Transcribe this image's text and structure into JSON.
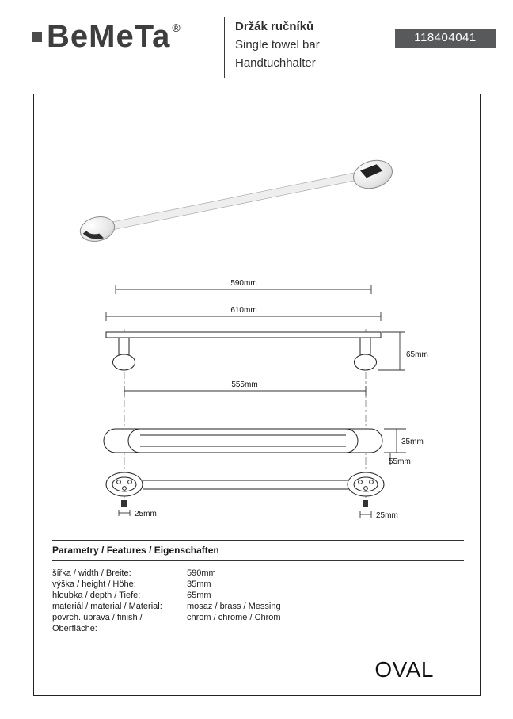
{
  "header": {
    "logo_text": "BeMeTa",
    "registered_mark": "®",
    "product_names": {
      "cs": "Držák ručníků",
      "en": "Single towel bar",
      "de": "Handtuchhalter"
    },
    "product_code": "118404041"
  },
  "drawing": {
    "dim_bar_width": "590mm",
    "dim_total_width": "610mm",
    "dim_height": "65mm",
    "dim_mount_spacing": "555mm",
    "dim_bar_height": "35mm",
    "dim_mount_height": "55mm",
    "dim_mount_left": "25mm",
    "dim_mount_right": "25mm"
  },
  "parameters": {
    "title": "Parametry / Features / Eigenschaften",
    "rows": [
      {
        "label": "šířka / width / Breite:",
        "value": "590mm"
      },
      {
        "label": "výška / height / Höhe:",
        "value": "35mm"
      },
      {
        "label": "hloubka / depth / Tiefe:",
        "value": "65mm"
      },
      {
        "label": "materiál / material / Material:",
        "value": "mosaz / brass / Messing"
      },
      {
        "label": "povrch. úprava / finish / Oberfläche:",
        "value": "chrom / chrome / Chrom"
      }
    ]
  },
  "footer": {
    "series_name": "OVAL"
  }
}
